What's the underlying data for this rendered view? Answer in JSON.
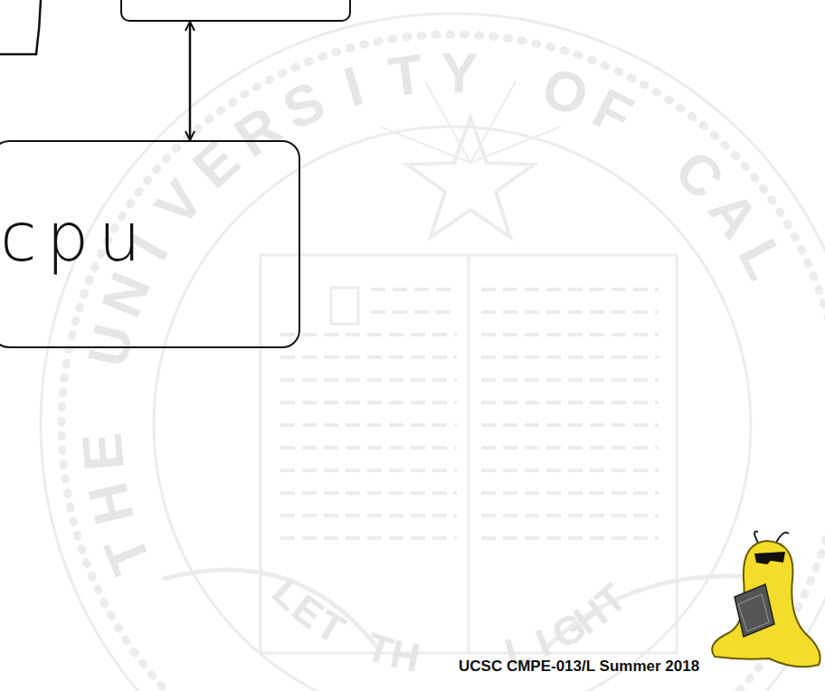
{
  "diagram": {
    "nodes": [
      {
        "text": []
      },
      {
        "text": [
          "cpu"
        ]
      }
    ],
    "edges": [
      {
        "from": 0,
        "to": 1,
        "arrow": "both"
      }
    ],
    "labels": [
      "THE UNIVERSITY OF CAL",
      "LET TH",
      "LIGHT",
      "UCSC CMPE-013/L Summer 2018"
    ]
  }
}
